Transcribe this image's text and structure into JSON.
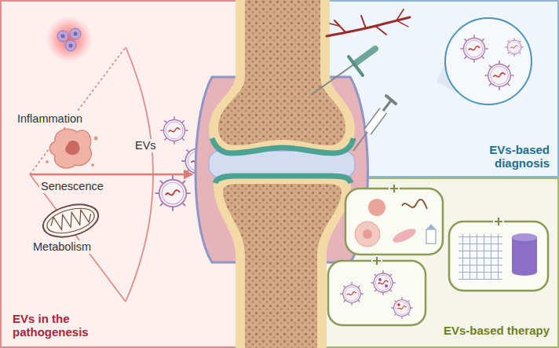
{
  "diagram": {
    "nodes": [
      {
        "text": [
          "EVs in the pathogenesis"
        ]
      },
      {
        "text": [
          "EVs-based diagnosis"
        ]
      },
      {
        "text": [
          "EVs-based therapy"
        ]
      }
    ],
    "labels": [
      "Inflammation",
      "Senescence",
      "Metabolism",
      "EVs"
    ]
  }
}
